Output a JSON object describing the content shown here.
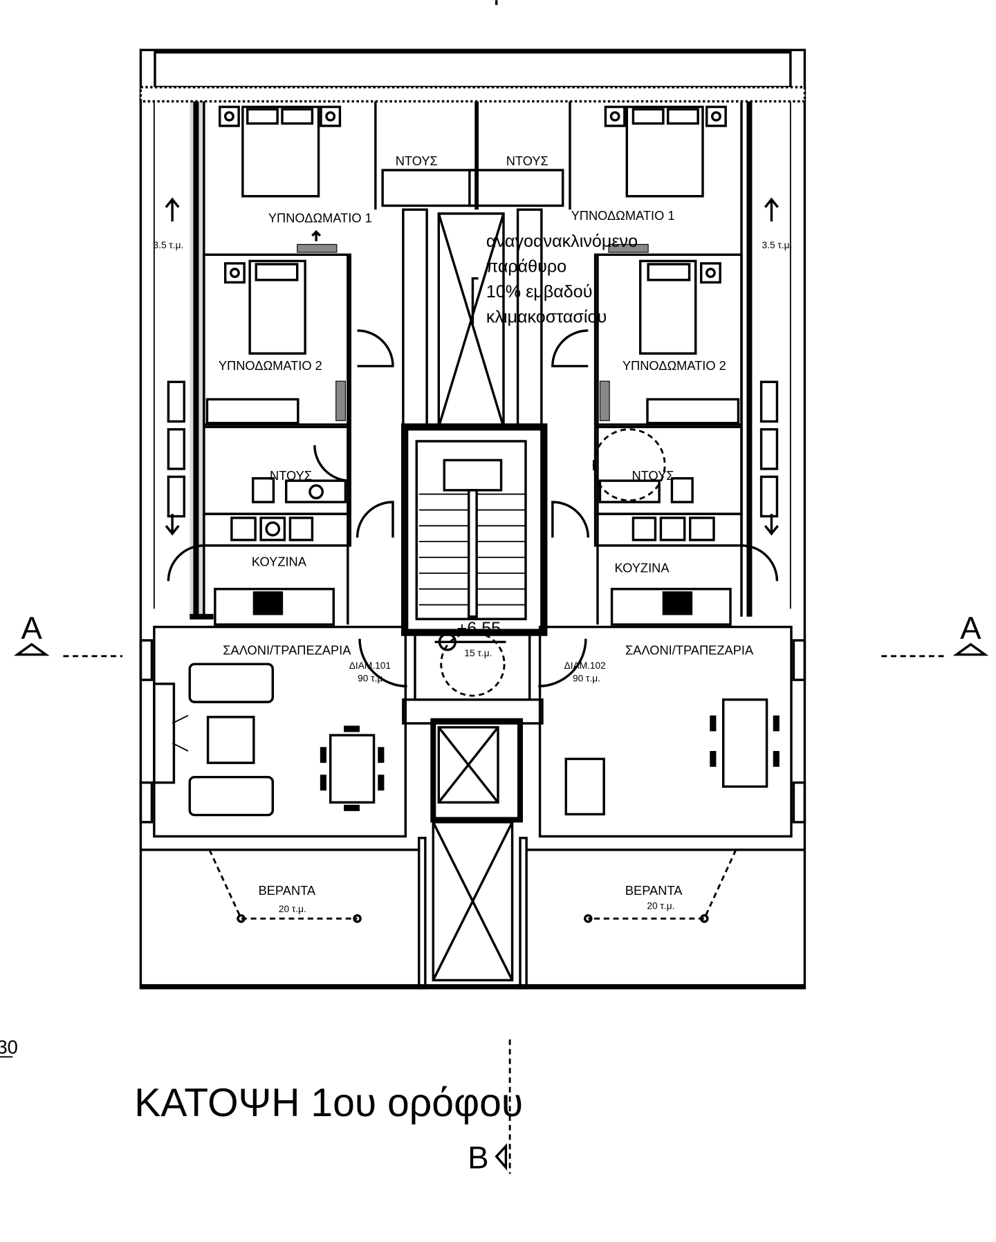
{
  "title": "ΚΑΤΟΨΗ 1ου ορόφου",
  "scale_fragment": "30",
  "section_marks": {
    "a_left": "A",
    "a_right": "A",
    "b": "B"
  },
  "rooms": {
    "shower_top_left": "ΝΤΟΥΣ",
    "shower_top_right": "ΝΤΟΥΣ",
    "bedroom1_left": "ΥΠΝΟΔΩΜΑΤΙΟ 1",
    "bedroom1_right": "ΥΠΝΟΔΩΜΑΤΙΟ 1",
    "balcony_small_left": "3.5 τ.μ.",
    "balcony_small_right": "3.5 τ.μ.",
    "bedroom2_left": "ΥΠΝΟΔΩΜΑΤΙΟ 2",
    "bedroom2_right": "ΥΠΝΟΔΩΜΑΤΙΟ 2",
    "shower_left": "ΝΤΟΥΣ",
    "shower_right": "ΝΤΟΥΣ",
    "kitchen_left": "ΚΟΥΖΙΝΑ",
    "kitchen_right": "ΚΟΥΖΙΝΑ",
    "living_left": "ΣΑΛΟΝΙ/ΤΡΑΠΕΖΑΡΙΑ",
    "living_right": "ΣΑΛΟΝΙ/ΤΡΑΠΕΖΑΡΙΑ",
    "veranda_left": "ΒΕΡΑΝΤΑ",
    "veranda_left_area": "20 τ.μ.",
    "veranda_right": "ΒΕΡΑΝΤΑ",
    "veranda_right_area": "20 τ.μ."
  },
  "apartments": [
    {
      "name": "ΔΙΑΜ.101",
      "area": "90 τ.μ."
    },
    {
      "name": "ΔΙΑΜ.102",
      "area": "90 τ.μ."
    }
  ],
  "landing": {
    "level": "+6.55",
    "area": "15 τ.μ."
  },
  "stair_note": [
    "αναγοανακλινόμενο",
    "παράθυρο",
    "10% εμβαδού",
    "κλιμακοστασίου"
  ]
}
